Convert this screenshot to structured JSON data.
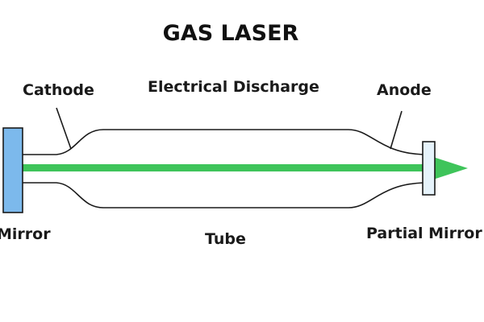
{
  "title": "GAS LASER",
  "labels": {
    "cathode": "Cathode",
    "electrical_discharge": "Electrical Discharge",
    "anode": "Anode",
    "mirror": "Mirror",
    "tube": "Tube",
    "partial_mirror": "Partial Mirror"
  },
  "colors": {
    "mirror_fill": "#7cb9ec",
    "partial_mirror_fill": "#e6f3fb",
    "beam": "#3ec45a",
    "outline": "#1a1a1a"
  }
}
